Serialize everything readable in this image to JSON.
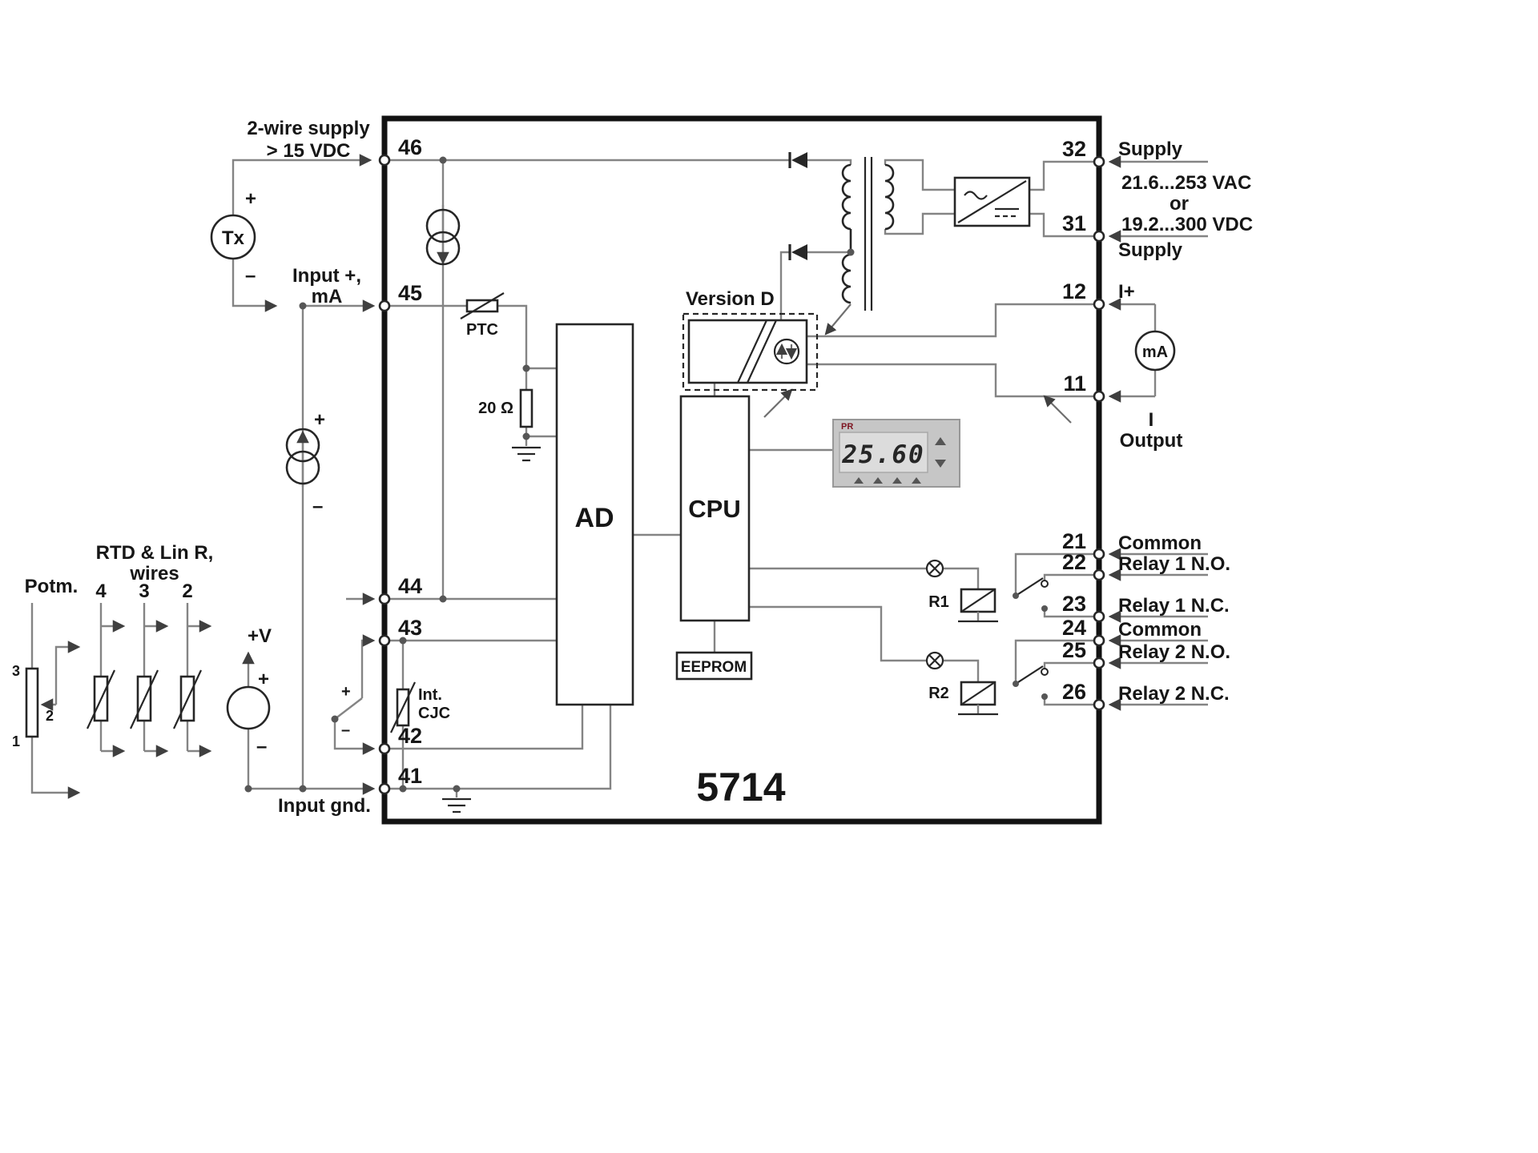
{
  "diagram": {
    "model": "5714"
  },
  "left": {
    "supply_line1": "2-wire supply",
    "supply_line2": "> 15 VDC",
    "tx": "Tx",
    "tx_plus": "+",
    "tx_minus": "–",
    "input_line1": "Input +,",
    "input_line2": "mA",
    "isrc_plus": "+",
    "isrc_minus": "–",
    "potm": "Potm.",
    "rtd_line1": "RTD & Lin R,",
    "rtd_line2": "wires",
    "wires_4": "4",
    "wires_3": "3",
    "wires_2": "2",
    "pot_top": "3",
    "pot_wiper": "2",
    "pot_bottom": "1",
    "plus_v": "+V",
    "vsrc_plus": "+",
    "vsrc_minus": "–",
    "tc_plus": "+",
    "tc_minus": "–",
    "input_gnd": "Input gnd."
  },
  "inside": {
    "ptc": "PTC",
    "shunt": "20 Ω",
    "ad": "AD",
    "cpu": "CPU",
    "eeprom": "EEPROM",
    "version_d": "Version D",
    "int_line1": "Int.",
    "int_line2": "CJC",
    "relay1": "R1",
    "relay2": "R2"
  },
  "display": {
    "logo": "PR",
    "value": "25.60"
  },
  "terminals": {
    "t46": "46",
    "t45": "45",
    "t44": "44",
    "t43": "43",
    "t42": "42",
    "t41": "41",
    "t32": "32",
    "t31": "31",
    "t12": "12",
    "t11": "11",
    "t21": "21",
    "t22": "22",
    "t23": "23",
    "t24": "24",
    "t25": "25",
    "t26": "26"
  },
  "right": {
    "supply_top": "Supply",
    "mains_vac": "21.6...253 VAC",
    "mains_or": "or",
    "mains_vdc": "19.2...300 VDC",
    "supply_bottom": "Supply",
    "i_plus": "I+",
    "ma_meter": "mA",
    "i_output_line1": "I",
    "i_output_line2": "Output",
    "relay1_common": "Common",
    "relay1_no": "Relay 1 N.O.",
    "relay1_nc": "Relay 1 N.C.",
    "relay2_common": "Common",
    "relay2_no": "Relay 2 N.O.",
    "relay2_nc": "Relay 2 N.C."
  }
}
